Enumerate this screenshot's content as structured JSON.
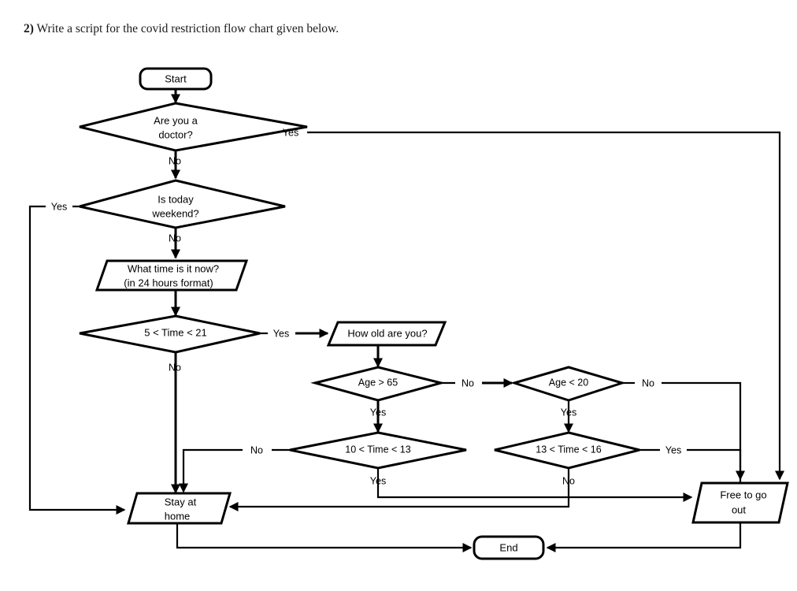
{
  "prompt": {
    "number": "2)",
    "text": "Write a script for the covid restriction flow chart given below."
  },
  "chart_data": {
    "type": "diagram",
    "diagram_kind": "flowchart",
    "title": "Covid restriction flow chart",
    "nodes": [
      {
        "id": "start",
        "shape": "terminator",
        "label": "Start",
        "line1": "Start",
        "line2": ""
      },
      {
        "id": "doctor",
        "shape": "decision",
        "label": "Are you a doctor?",
        "line1": "Are you a",
        "line2": "doctor?"
      },
      {
        "id": "weekend",
        "shape": "decision",
        "label": "Is today weekend?",
        "line1": "Is today",
        "line2": "weekend?"
      },
      {
        "id": "asktime",
        "shape": "input",
        "label": "What time is it now? (in 24 hours format)",
        "line1": "What time is it now?",
        "line2": "(in 24 hours format)"
      },
      {
        "id": "time5to21",
        "shape": "decision",
        "label": "5 < Time < 21",
        "line1": "5 < Time < 21",
        "line2": ""
      },
      {
        "id": "askage",
        "shape": "input",
        "label": "How old are you?",
        "line1": "How old are you?",
        "line2": ""
      },
      {
        "id": "age65",
        "shape": "decision",
        "label": "Age > 65",
        "line1": "Age > 65",
        "line2": ""
      },
      {
        "id": "age20",
        "shape": "decision",
        "label": "Age < 20",
        "line1": "Age < 20",
        "line2": ""
      },
      {
        "id": "time10to13",
        "shape": "decision",
        "label": "10 < Time < 13",
        "line1": "10 < Time < 13",
        "line2": ""
      },
      {
        "id": "time13to16",
        "shape": "decision",
        "label": "13 < Time < 16",
        "line1": "13 < Time < 16",
        "line2": ""
      },
      {
        "id": "stayhome",
        "shape": "output",
        "label": "Stay at home",
        "line1": "Stay at",
        "line2": "home"
      },
      {
        "id": "freetogo",
        "shape": "output",
        "label": "Free to go out",
        "line1": "Free to go",
        "line2": "out"
      },
      {
        "id": "end",
        "shape": "terminator",
        "label": "End",
        "line1": "End",
        "line2": ""
      }
    ],
    "edges": [
      {
        "from": "start",
        "to": "doctor",
        "label": ""
      },
      {
        "from": "doctor",
        "to": "freetogo",
        "label": "Yes"
      },
      {
        "from": "doctor",
        "to": "weekend",
        "label": "No"
      },
      {
        "from": "weekend",
        "to": "stayhome",
        "label": "Yes"
      },
      {
        "from": "weekend",
        "to": "asktime",
        "label": "No"
      },
      {
        "from": "asktime",
        "to": "time5to21",
        "label": ""
      },
      {
        "from": "time5to21",
        "to": "askage",
        "label": "Yes"
      },
      {
        "from": "time5to21",
        "to": "stayhome",
        "label": "No"
      },
      {
        "from": "askage",
        "to": "age65",
        "label": ""
      },
      {
        "from": "age65",
        "to": "age20",
        "label": "No"
      },
      {
        "from": "age65",
        "to": "time10to13",
        "label": "Yes"
      },
      {
        "from": "age20",
        "to": "freetogo",
        "label": "No"
      },
      {
        "from": "age20",
        "to": "time13to16",
        "label": "Yes"
      },
      {
        "from": "time10to13",
        "to": "stayhome",
        "label": "No"
      },
      {
        "from": "time10to13",
        "to": "freetogo",
        "label": "Yes"
      },
      {
        "from": "time13to16",
        "to": "freetogo",
        "label": "Yes"
      },
      {
        "from": "time13to16",
        "to": "stayhome",
        "label": "No"
      },
      {
        "from": "stayhome",
        "to": "end",
        "label": ""
      },
      {
        "from": "freetogo",
        "to": "end",
        "label": ""
      }
    ],
    "edge_labels": {
      "doctor_yes": "Yes",
      "doctor_no": "No",
      "weekend_yes": "Yes",
      "weekend_no": "No",
      "time5to21_yes": "Yes",
      "time5to21_no": "No",
      "age65_no": "No",
      "age65_yes": "Yes",
      "age20_no": "No",
      "age20_yes": "Yes",
      "time10to13_no": "No",
      "time10to13_yes": "Yes",
      "time13to16_yes": "Yes",
      "time13to16_no": "No"
    },
    "colors": {
      "stroke": "#000000",
      "fill": "#ffffff",
      "text": "#000000",
      "background": "#ffffff"
    }
  }
}
